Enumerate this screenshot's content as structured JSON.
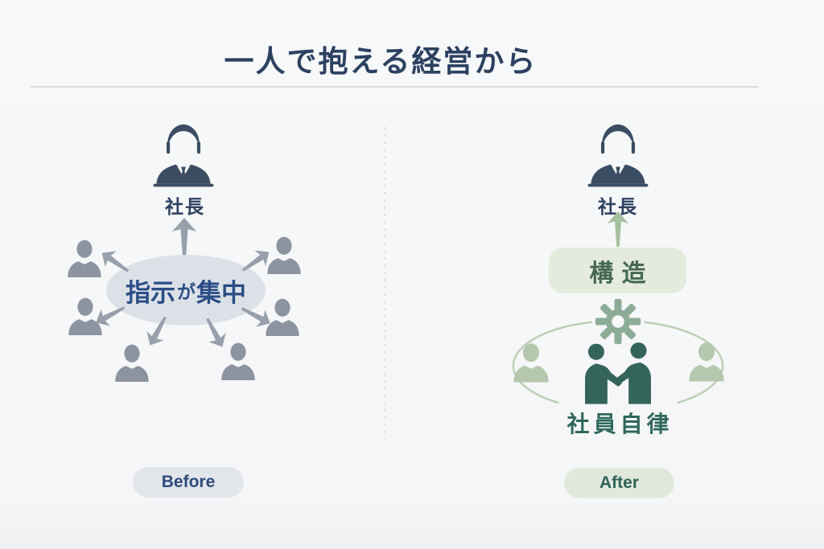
{
  "title": "一人で抱える経営から",
  "panels": {
    "before": {
      "badge": "Before",
      "president": "社長",
      "center_text": {
        "full": "指示が集中",
        "part1": "指示",
        "particle": "が",
        "part2": "集中"
      },
      "member_count": 6
    },
    "after": {
      "badge": "After",
      "president": "社長",
      "structure_label": "構造",
      "autonomy_label": "社員自律"
    }
  },
  "icons": {
    "president": "businessman-icon",
    "member": "person-bust-icon",
    "gear": "gear-icon",
    "handshake": "handshake-icon",
    "arrow": "arrow-icon"
  },
  "colors": {
    "bg": "#f7f8f9",
    "rule": "#d9dadc",
    "dash": "#e0e1e5",
    "navy": "#2c4160",
    "blue_text": "#2a4d85",
    "president_icon": "#3a4d63",
    "member_gray": "#8c94a1",
    "arrow_gray": "#97a0ac",
    "ellipse_fill": "#dce1e7",
    "before_pill_bg": "#e2e6ea",
    "before_text": "#2d4a7c",
    "green_arrow": "#a5c09c",
    "structure_box_bg": "#e4ebdc",
    "structure_text": "#44684f",
    "gear_green": "#8dac97",
    "arc_stroke": "#bccfb5",
    "member_sage": "#b5c8ae",
    "handshake_teal": "#35655a",
    "autonomy_text": "#2e685a",
    "after_pill_bg": "#e0e8dc",
    "after_text": "#2d6356"
  }
}
